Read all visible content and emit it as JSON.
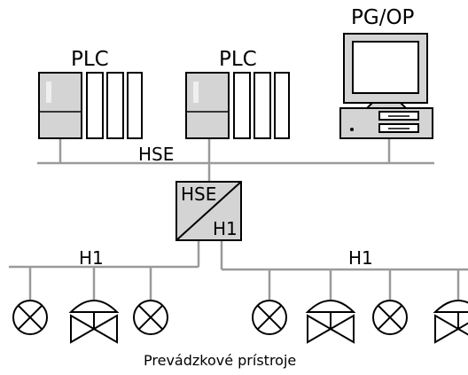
{
  "labels": {
    "plc_left": "PLC",
    "plc_right": "PLC",
    "pgop": "PG/OP",
    "hse_bus": "HSE",
    "gateway_top": "HSE",
    "gateway_bottom": "H1",
    "h1_left": "H1",
    "h1_right": "H1",
    "field_devices": "Prevádzkové prístroje"
  },
  "colors": {
    "line": "#9a9a9a",
    "device_fill": "#d4d4d4",
    "device_light": "#efefef",
    "stroke": "#000000",
    "background": "#ffffff"
  },
  "field_devices": {
    "left_segment": [
      "indicator",
      "valve",
      "indicator"
    ],
    "right_segment": [
      "indicator",
      "valve",
      "indicator",
      "valve"
    ]
  }
}
